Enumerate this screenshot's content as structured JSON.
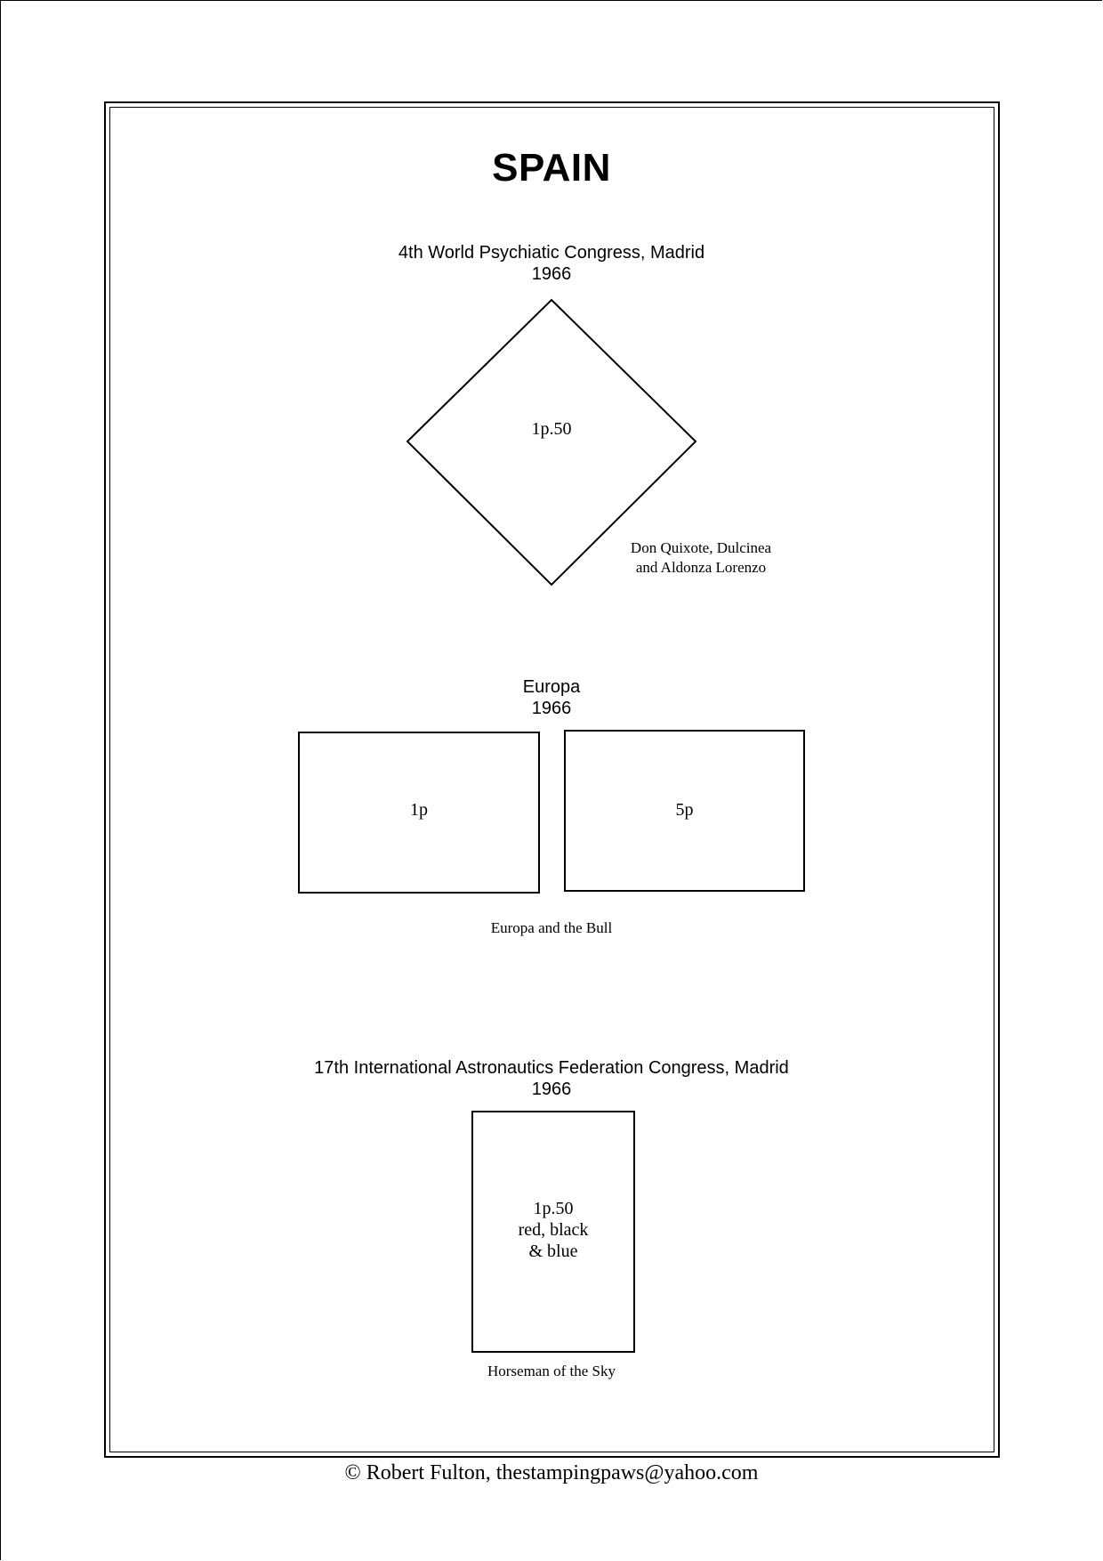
{
  "album": {
    "country": "SPAIN",
    "copyright": "©  Robert Fulton, thestampingpaws@yahoo.com"
  },
  "sets": [
    {
      "title": "4th World Psychiatic Congress, Madrid",
      "year": "1966",
      "stamps": [
        {
          "value": "1p.50",
          "shape": "diamond"
        }
      ],
      "caption": [
        "Don Quixote, Dulcinea",
        "and Aldonza Lorenzo"
      ]
    },
    {
      "title": "Europa",
      "year": "1966",
      "stamps": [
        {
          "value": "1p",
          "shape": "horizontal-rectangle"
        },
        {
          "value": "5p",
          "shape": "horizontal-rectangle"
        }
      ],
      "caption": [
        "Europa and the Bull"
      ]
    },
    {
      "title": "17th International Astronautics Federation Congress, Madrid",
      "year": "1966",
      "stamps": [
        {
          "value": "1p.50",
          "colors": [
            "red, black",
            "& blue"
          ],
          "shape": "vertical-rectangle"
        }
      ],
      "caption": [
        "Horseman of the Sky"
      ]
    }
  ]
}
